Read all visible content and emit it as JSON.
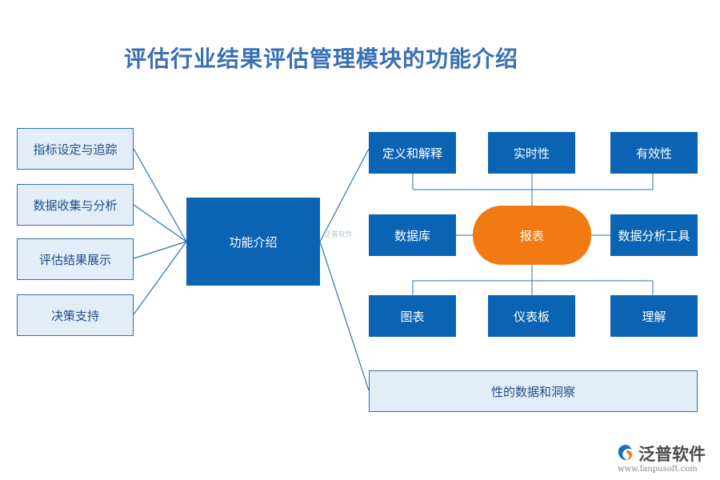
{
  "title": "评估行业结果评估管理模块的功能介绍",
  "center_node": "功能介绍",
  "left_nodes": [
    "指标设定与追踪",
    "数据收集与分析",
    "评估结果展示",
    "决策支持"
  ],
  "top_row": [
    "定义和解释",
    "实时性",
    "有效性"
  ],
  "middle_row": {
    "left": "数据库",
    "center": "报表",
    "right": "数据分析工具"
  },
  "bottom_row": [
    "图表",
    "仪表板",
    "理解"
  ],
  "footer_box": "性的数据和洞察",
  "watermark": "泛普软件",
  "logo": {
    "text": "泛普软件",
    "url": "www.fanpusoft.com"
  },
  "colors": {
    "dark_box": "#0b63b4",
    "light_box": "#e3edf8",
    "oval": "#f27a12",
    "title": "#3a6fb5",
    "line": "#2d6fb5"
  }
}
